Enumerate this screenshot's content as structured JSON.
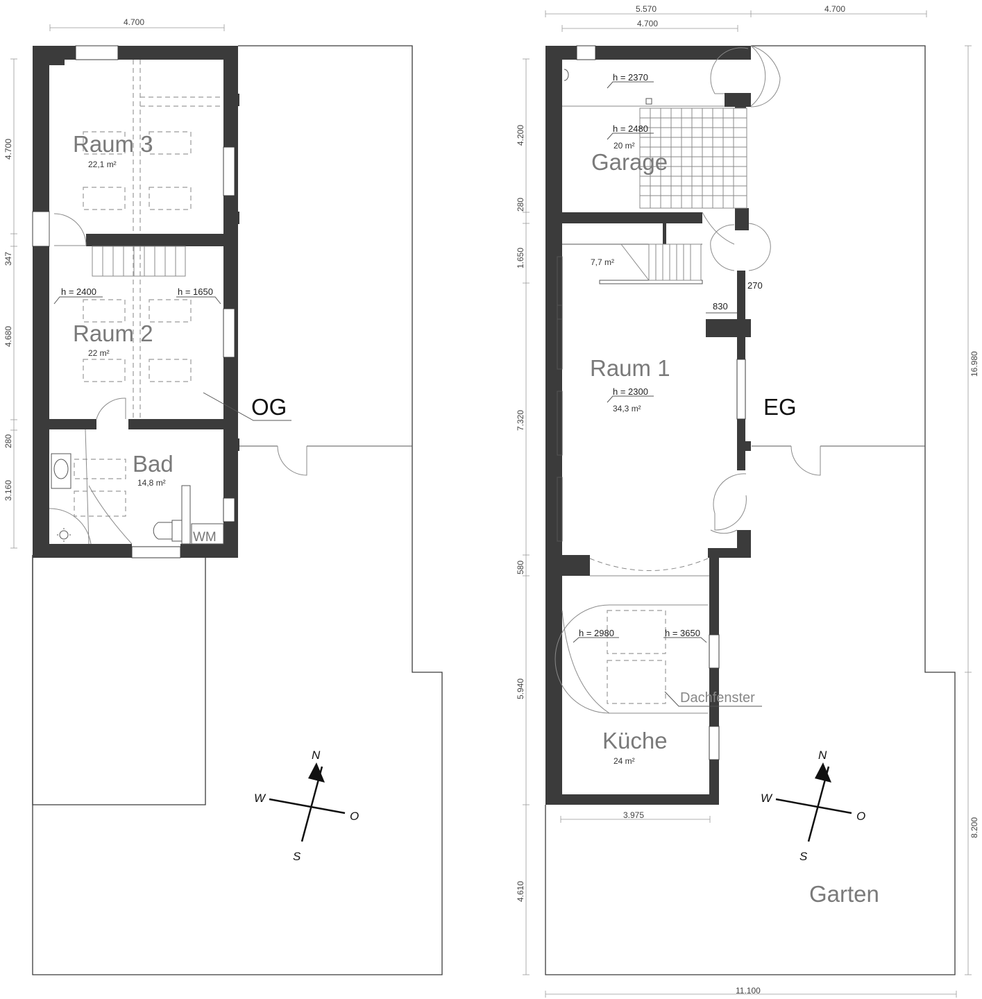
{
  "left_plan": {
    "floor_label": "OG",
    "top_dimension": "4.700",
    "side_dimensions": [
      "4.700",
      "347",
      "4.680",
      "280",
      "3.160"
    ],
    "rooms": [
      {
        "name": "Raum 3",
        "area": "22,1 m²"
      },
      {
        "name": "Raum 2",
        "area": "22 m²"
      },
      {
        "name": "Bad",
        "area": "14,8 m²"
      }
    ],
    "heights": [
      "h = 2400",
      "h = 1650"
    ],
    "appliance_label": "WM"
  },
  "right_plan": {
    "floor_label": "EG",
    "top_dimensions": [
      "5.570",
      "4.700",
      "4.700"
    ],
    "left_dimensions": [
      "4.200",
      "280",
      "1.650",
      "7.320",
      "580",
      "5.940",
      "4.610"
    ],
    "right_dimensions": [
      "16.980",
      "8.200"
    ],
    "bottom_dimension": "11.100",
    "kitchen_dimension": "3.975",
    "rooms": [
      {
        "name": "Garage",
        "area": "20 m²"
      },
      {
        "name": "Raum 1",
        "area": "34,3 m²"
      },
      {
        "name": "Küche",
        "area": "24 m²"
      },
      {
        "name": "Garten",
        "area": ""
      }
    ],
    "hall_area": "7,7 m²",
    "heights": [
      "h = 2370",
      "h = 2480",
      "h = 2300",
      "h = 2980",
      "h = 3650"
    ],
    "wall_dimensions": [
      "270",
      "830"
    ],
    "skylight_label": "Dachfenster"
  },
  "compass": {
    "north": "N",
    "south": "S",
    "west": "W",
    "east": "O"
  },
  "colors": {
    "wall": "#3b3b3b",
    "label": "#7a7a7a",
    "dashes": "#9a9a9a"
  }
}
